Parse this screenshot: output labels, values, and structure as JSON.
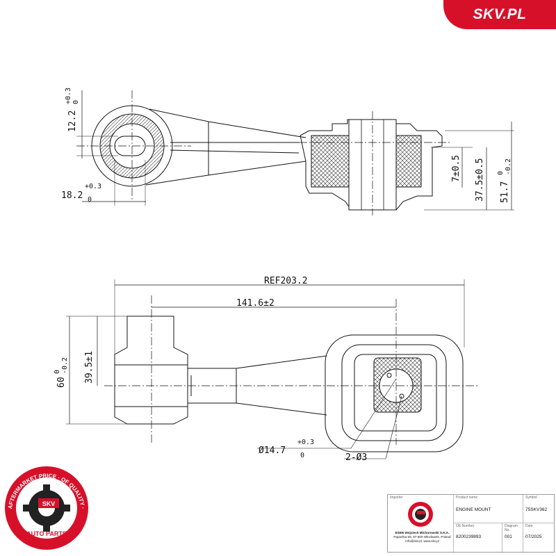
{
  "brand": {
    "name": "SKV.PL",
    "color": "#d7102a"
  },
  "badge": {
    "ring_text": "AFTERMARKET PRICE · OF QUALITY ·",
    "center_text": "SKV",
    "bottom_text": "AUTO PARTS"
  },
  "dimensions": {
    "top_view": {
      "d1": "12.2",
      "d1_tol_up": "+0.3",
      "d1_tol_low": "0",
      "d2": "18.2",
      "d2_tol_up": "+0.3",
      "d2_tol_low": "0",
      "d3": "7±0.5",
      "d4": "37.5±0.5",
      "d5": "51.7",
      "d5_tol_up": "0",
      "d5_tol_low": "-0.2"
    },
    "side_view": {
      "ref": "REF203.2",
      "len": "141.6±2",
      "h1": "39.5±1",
      "h2": "60",
      "h2_tol_up": "0",
      "h2_tol_low": "-0.2",
      "dia": "Ø14.7",
      "dia_tol_up": "+0.3",
      "dia_tol_low": "0",
      "holes": "2-Ø3"
    }
  },
  "title_block": {
    "importer_label": "Importer",
    "importer_line1": "ESEN Wojciech Michorowski S.K.A.",
    "importer_line2": "Papieżka 69, 87-800 Włocławek, Poland",
    "importer_line3": "info@skv.pl, www.skv.pl",
    "product_label": "Product name",
    "product_value": "ENGINE MOUNT",
    "symbol_label": "Symbol",
    "symbol_value": "75SKV362",
    "oe_label": "OE Number",
    "oe_value": "8200239893",
    "diagram_label": "Diagram No.",
    "diagram_value": "001",
    "date_label": "Date",
    "date_value": "07/2025"
  }
}
